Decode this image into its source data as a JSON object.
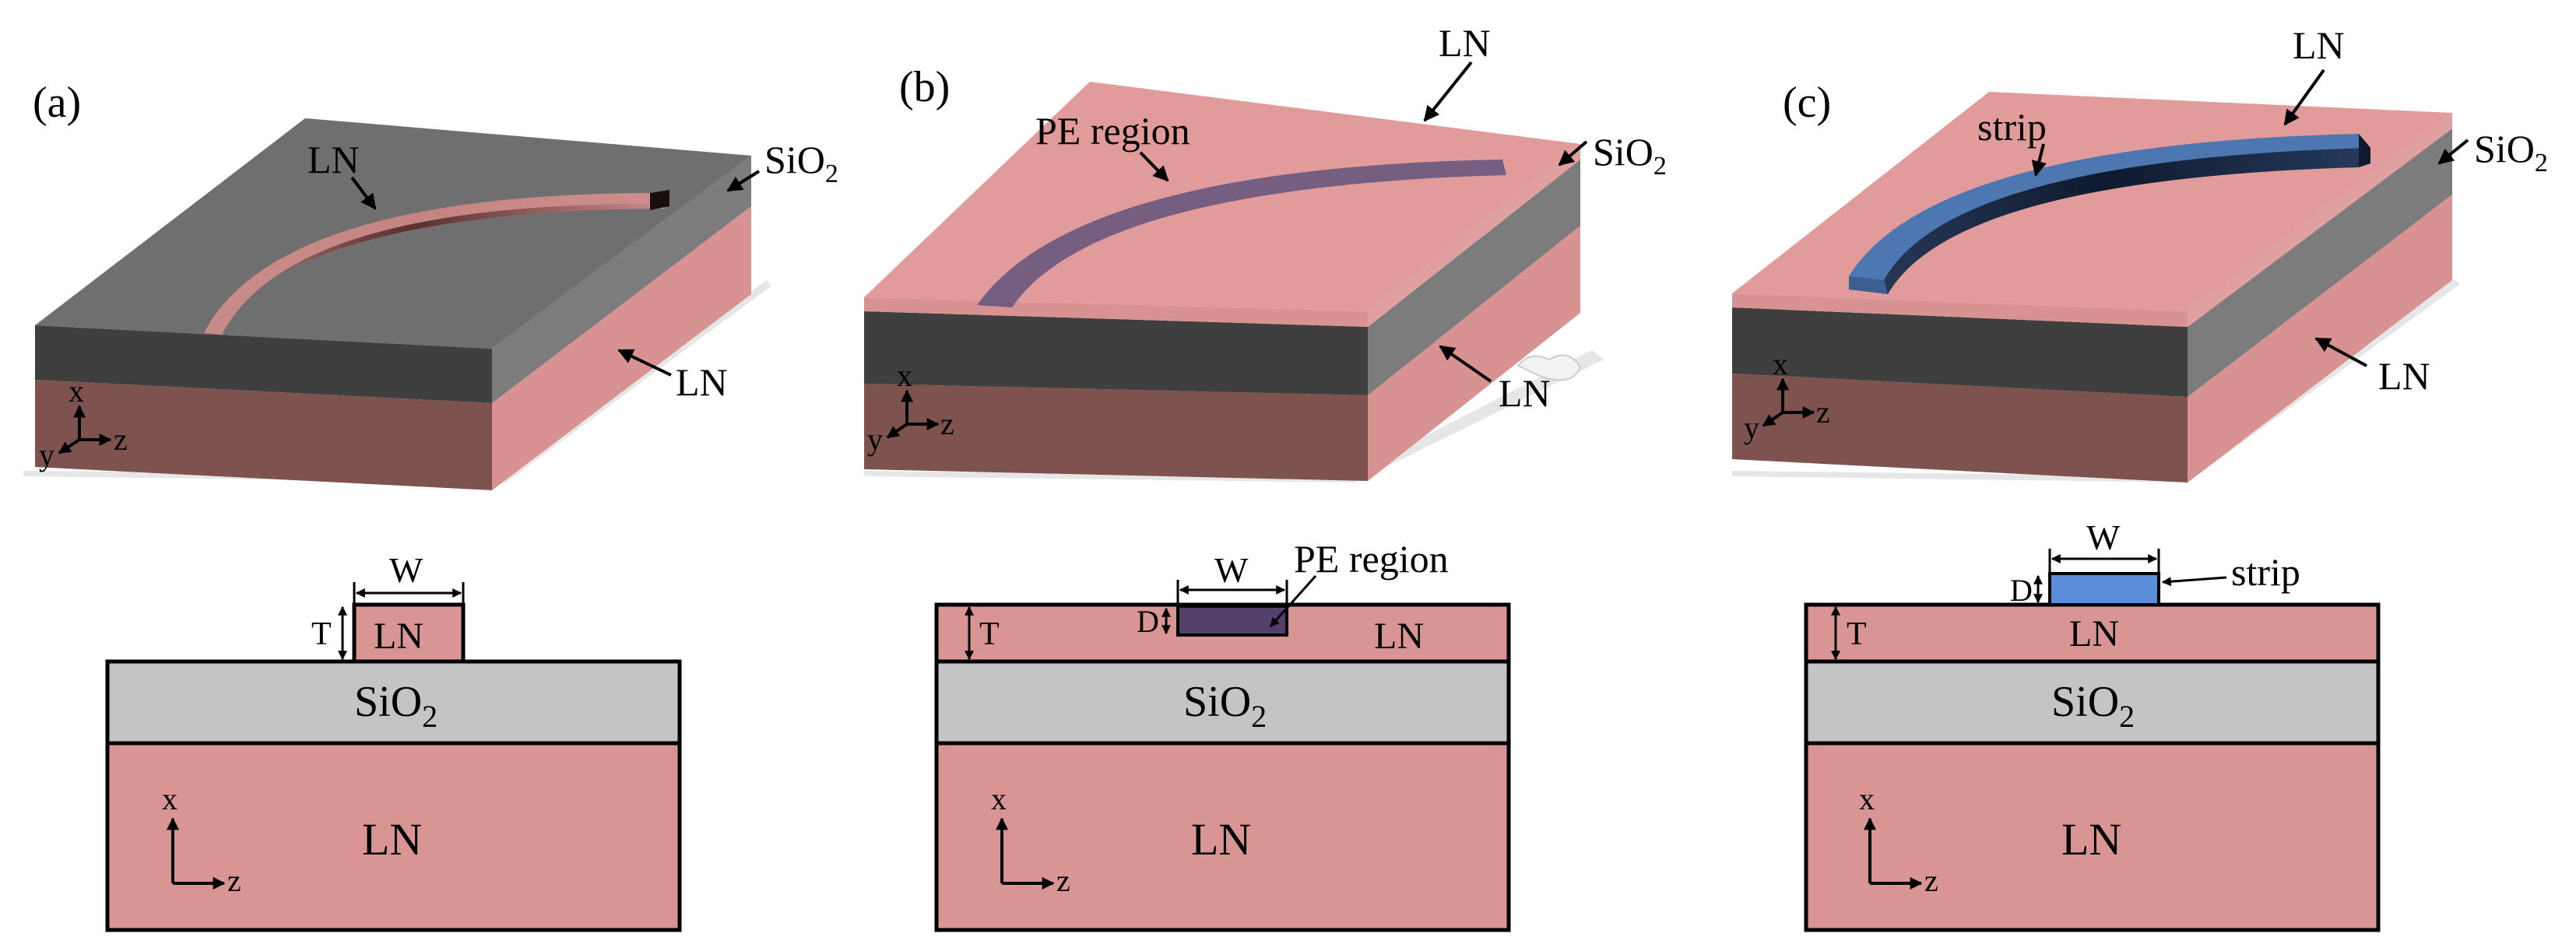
{
  "panels": [
    {
      "tag": "(a)",
      "iso": {
        "guide": "LN",
        "cladding": "SiO",
        "cladding_sub": "2",
        "substrate": "LN"
      },
      "axes3d": {
        "x": "x",
        "y": "y",
        "z": "z"
      },
      "cross": {
        "width": "W",
        "thickness": "T",
        "guide": "LN",
        "cladding": "SiO",
        "cladding_sub": "2",
        "substrate": "LN"
      },
      "axes2d": {
        "x": "x",
        "z": "z"
      }
    },
    {
      "tag": "(b)",
      "iso": {
        "top": "LN",
        "region": "PE region",
        "cladding": "SiO",
        "cladding_sub": "2",
        "substrate": "LN"
      },
      "axes3d": {
        "x": "x",
        "y": "y",
        "z": "z"
      },
      "cross": {
        "width": "W",
        "thickness": "T",
        "depth": "D",
        "region": "PE region",
        "film": "LN",
        "cladding": "SiO",
        "cladding_sub": "2",
        "substrate": "LN"
      },
      "axes2d": {
        "x": "x",
        "z": "z"
      }
    },
    {
      "tag": "(c)",
      "iso": {
        "top": "LN",
        "strip": "strip",
        "cladding": "SiO",
        "cladding_sub": "2",
        "substrate": "LN"
      },
      "axes3d": {
        "x": "x",
        "y": "y",
        "z": "z"
      },
      "cross": {
        "width": "W",
        "thickness": "T",
        "depth": "D",
        "strip": "strip",
        "film": "LN",
        "cladding": "SiO",
        "cladding_sub": "2",
        "substrate": "LN"
      },
      "axes2d": {
        "x": "x",
        "z": "z"
      }
    }
  ],
  "colors": {
    "ln_top": "#e29b9b",
    "ln_side": "#ca8a87",
    "ln_front": "#7e534f",
    "ln_cross": "#d99593",
    "sio2_top": "#6f6f6f",
    "sio2_side": "#7c7c7c",
    "sio2_front": "#3f3f3f",
    "sio2_cross": "#c4c4c4",
    "pe_region": "#6a587d",
    "pe_cross": "#54406c",
    "strip": "#4d77b0",
    "strip_cross": "#5a8edb"
  }
}
